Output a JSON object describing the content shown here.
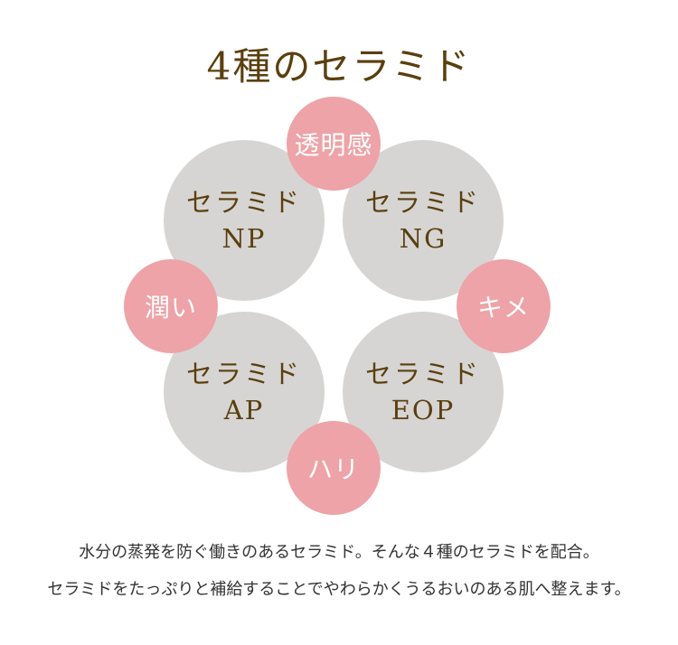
{
  "title": "4種のセラミド",
  "ceramides": [
    {
      "line1": "セラミド",
      "line2": "NP"
    },
    {
      "line1": "セラミド",
      "line2": "NG"
    },
    {
      "line1": "セラミド",
      "line2": "AP"
    },
    {
      "line1": "セラミド",
      "line2": "EOP"
    }
  ],
  "benefits": [
    "透明感",
    "キメ",
    "ハリ",
    "潤い"
  ],
  "description": [
    "水分の蒸発を防ぐ働きのあるセラミド。そんな４種のセラミドを配合。",
    "セラミドをたっぷりと補給することでやわらかくうるおいのある肌へ整えます。"
  ],
  "colors": {
    "title": "#5a3f0e",
    "gray_circle": "#d7d5d3",
    "pink_circle": "#eda3a7"
  }
}
